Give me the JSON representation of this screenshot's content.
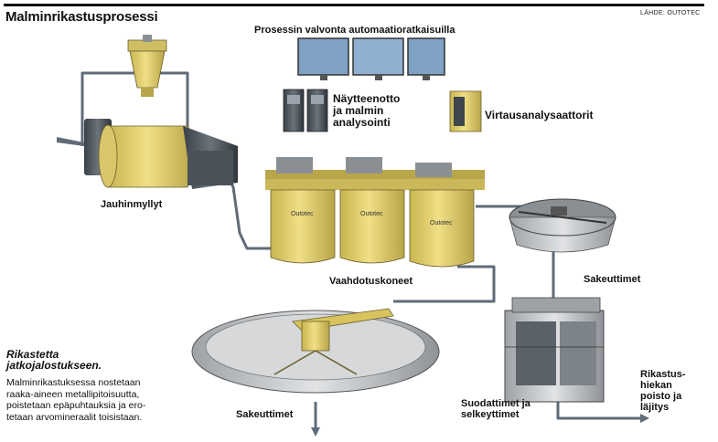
{
  "title": "Malminrikastusprosessi",
  "source": "LÄHDE: OUTOTEC",
  "labels": {
    "monitoring": "Prosessin valvonta automaatioratkaisuilla",
    "sampling": "Näytteenotto\nja malmin\nanalysointi",
    "analyzers": "Virtausanalysaattorit",
    "mills": "Jauhinmyllyt",
    "flotation": "Vaahdotuskoneet",
    "thickeners_right": "Sakeuttimet",
    "thickeners_bottom": "Sakeuttimet",
    "filters": "Suodattimet ja\nselkeyttimet",
    "tailings": "Rikastus-\nhiekan\npoisto ja\nläjitys"
  },
  "tank_brand": "Outotec",
  "caption": {
    "heading": "Rikastetta\njatkojalostukseen.",
    "body": "Malminrikastuksessa nostetaan\nraaka-aineen metallipitoisuutta,\npoistetaan epäpuhtauksia ja ero-\ntetaan arvomineraalit toisistaan."
  },
  "colors": {
    "pipe": "#5f6b78",
    "equipment_yellow": "#e7d476",
    "equipment_shadow": "#b9a64a",
    "thickener_gray": "#c9cbcd",
    "screen_blue": "#7fa2c4"
  }
}
